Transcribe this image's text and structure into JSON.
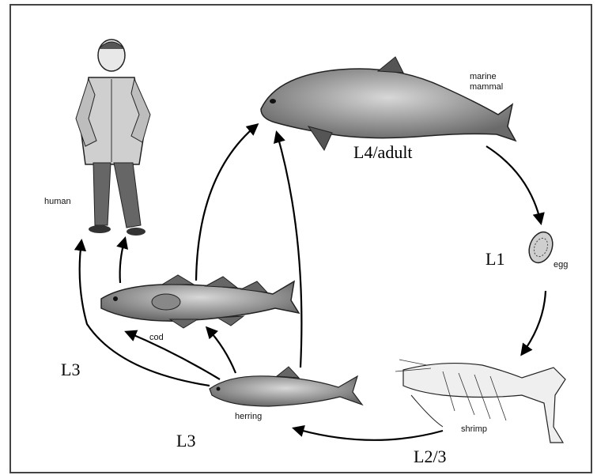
{
  "diagram": {
    "organisms": {
      "human": "human",
      "marine_mammal_line1": "marine",
      "marine_mammal_line2": "mammal",
      "egg": "egg",
      "shrimp": "shrimp",
      "herring": "herring",
      "cod": "cod"
    },
    "stages": {
      "adult": "L4/adult",
      "l1": "L1",
      "l2_3": "L2/3",
      "l3_left": "L3",
      "l3_bottom": "L3"
    }
  }
}
